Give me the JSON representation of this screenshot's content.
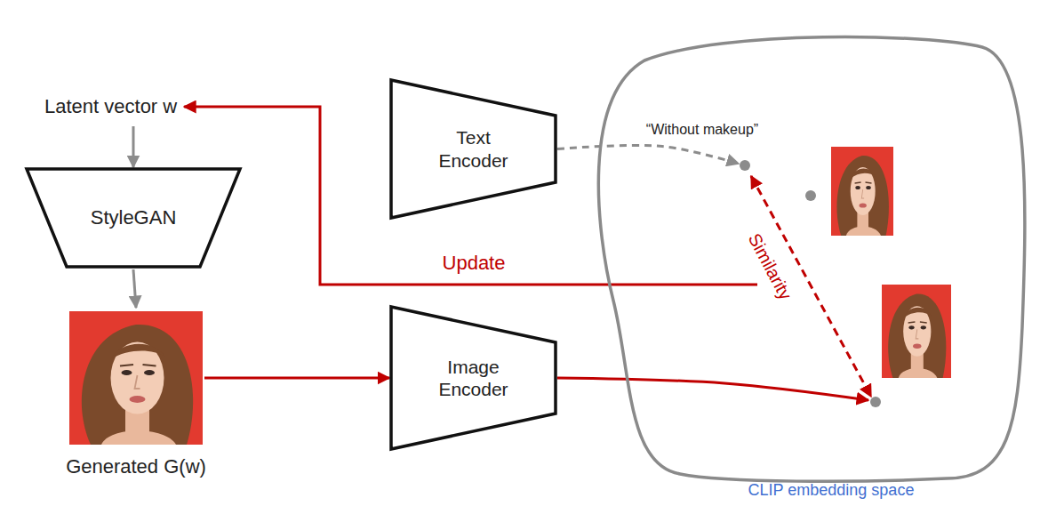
{
  "diagram": {
    "nodes": [
      {
        "text": [
          "Latent vector w"
        ]
      },
      {
        "text": [
          "StyleGAN"
        ]
      },
      {
        "text": [
          "Generated G(w)"
        ]
      },
      {
        "text": [
          "Text Encoder"
        ]
      },
      {
        "text": [
          "Image Encoder"
        ]
      },
      {
        "text": [
          "CLIP embedding space"
        ]
      },
      {
        "text": [
          "“Without makeup”"
        ],
        "in": 5
      }
    ],
    "edges": [
      {
        "from": 0,
        "to": 1,
        "arrow": "to"
      },
      {
        "from": 1,
        "to": 2,
        "arrow": "to"
      },
      {
        "from": 2,
        "to": 4,
        "arrow": "to"
      },
      {
        "from": 3,
        "to": 6,
        "arrow": "to"
      },
      {
        "from": 4,
        "to": 5,
        "arrow": "to"
      },
      {
        "from": 5,
        "to": 0,
        "label": "Update",
        "arrow": "to"
      }
    ],
    "labels": [
      "Similarity"
    ]
  }
}
